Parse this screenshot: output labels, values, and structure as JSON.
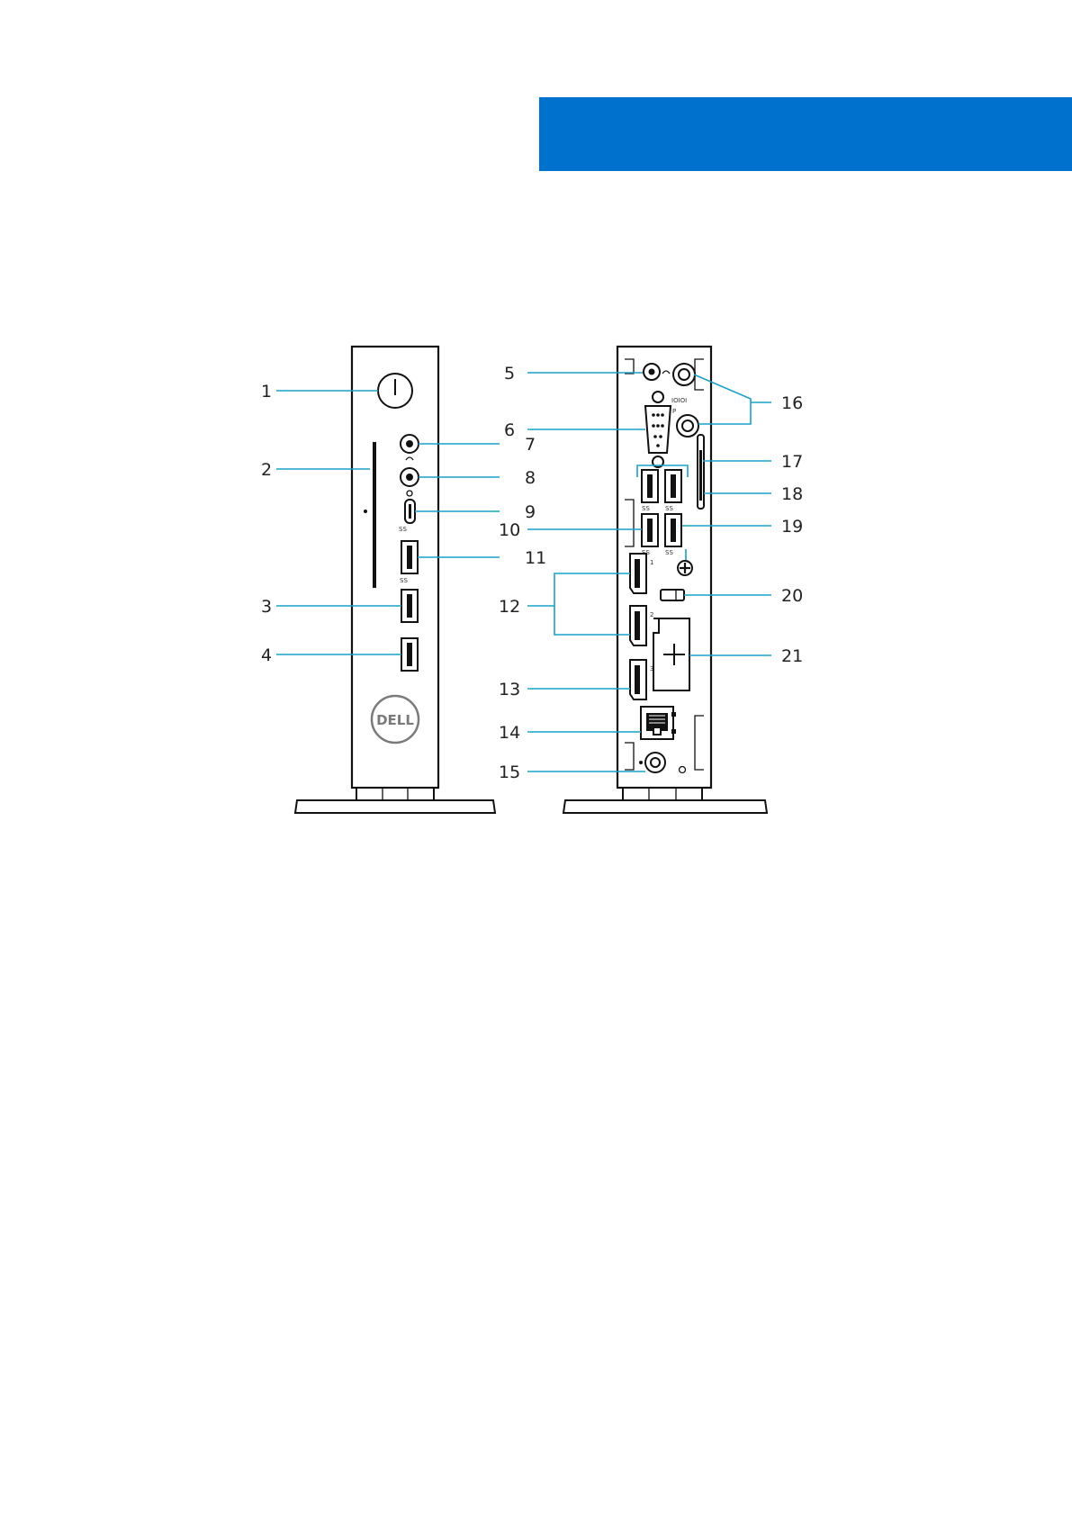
{
  "banner_color": "#0072CE",
  "leader_color": "#1AA0C8",
  "front_view": {
    "logo_text": "DELL",
    "callouts": [
      "1",
      "2",
      "3",
      "4",
      "7",
      "8",
      "9",
      "11"
    ]
  },
  "back_view": {
    "callouts": [
      "5",
      "6",
      "10",
      "12",
      "13",
      "14",
      "15",
      "16",
      "17",
      "18",
      "19",
      "20",
      "21"
    ]
  },
  "port_markings": {
    "usb3": "SS",
    "serial": "IOIOI",
    "serial_p": "P",
    "dp1": "1",
    "dp2": "2",
    "dp3": "3"
  }
}
